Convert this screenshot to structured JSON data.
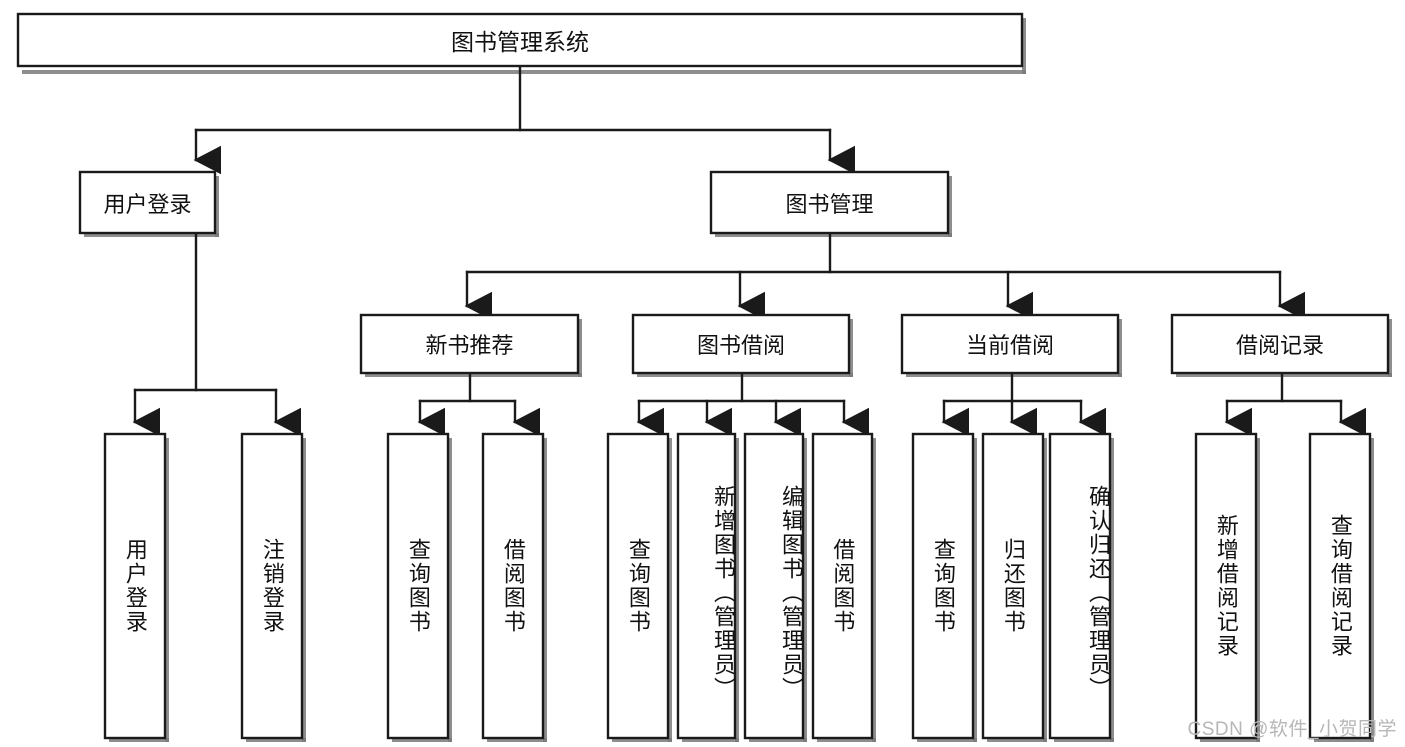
{
  "diagram": {
    "type": "tree-hierarchy",
    "title": "图书管理系统",
    "watermark": "CSDN @软件_小贺同学",
    "root": {
      "id": "root",
      "label": "图书管理系统",
      "orientation": "horizontal"
    },
    "level1": [
      {
        "id": "user-login",
        "label": "用户登录",
        "orientation": "horizontal"
      },
      {
        "id": "book-manage",
        "label": "图书管理",
        "orientation": "horizontal"
      }
    ],
    "level2": [
      {
        "id": "new-book-recommend",
        "label": "新书推荐",
        "parent": "book-manage",
        "orientation": "horizontal"
      },
      {
        "id": "book-borrow",
        "label": "图书借阅",
        "parent": "book-manage",
        "orientation": "horizontal"
      },
      {
        "id": "current-borrow",
        "label": "当前借阅",
        "parent": "book-manage",
        "orientation": "horizontal"
      },
      {
        "id": "borrow-record",
        "label": "借阅记录",
        "parent": "book-manage",
        "orientation": "horizontal"
      }
    ],
    "leaves": [
      {
        "id": "leaf-user-login",
        "label": "用户登录",
        "parent": "user-login",
        "orientation": "vertical"
      },
      {
        "id": "leaf-logout-login",
        "label": "注销登录",
        "parent": "user-login",
        "orientation": "vertical"
      },
      {
        "id": "leaf-query-book-1",
        "label": "查询图书",
        "parent": "new-book-recommend",
        "orientation": "vertical"
      },
      {
        "id": "leaf-borrow-book-1",
        "label": "借阅图书",
        "parent": "new-book-recommend",
        "orientation": "vertical"
      },
      {
        "id": "leaf-query-book-2",
        "label": "查询图书",
        "parent": "book-borrow",
        "orientation": "vertical"
      },
      {
        "id": "leaf-add-book-admin",
        "label": "新增图书（管理员）",
        "parent": "book-borrow",
        "orientation": "vertical"
      },
      {
        "id": "leaf-edit-book-admin",
        "label": "编辑图书（管理员）",
        "parent": "book-borrow",
        "orientation": "vertical"
      },
      {
        "id": "leaf-borrow-book-2",
        "label": "借阅图书",
        "parent": "book-borrow",
        "orientation": "vertical"
      },
      {
        "id": "leaf-query-book-3",
        "label": "查询图书",
        "parent": "current-borrow",
        "orientation": "vertical"
      },
      {
        "id": "leaf-return-book",
        "label": "归还图书",
        "parent": "current-borrow",
        "orientation": "vertical"
      },
      {
        "id": "leaf-confirm-return-admin",
        "label": "确认归还（管理员）",
        "parent": "current-borrow",
        "orientation": "vertical"
      },
      {
        "id": "leaf-add-borrow-record",
        "label": "新增借阅记录",
        "parent": "borrow-record",
        "orientation": "vertical"
      },
      {
        "id": "leaf-query-borrow-record",
        "label": "查询借阅记录",
        "parent": "borrow-record",
        "orientation": "vertical"
      }
    ],
    "colors": {
      "stroke": "#1a1a1a",
      "fill": "#ffffff",
      "shadow": "#7a7a7a",
      "text": "#111111",
      "watermark": "#b7b7b7"
    }
  }
}
